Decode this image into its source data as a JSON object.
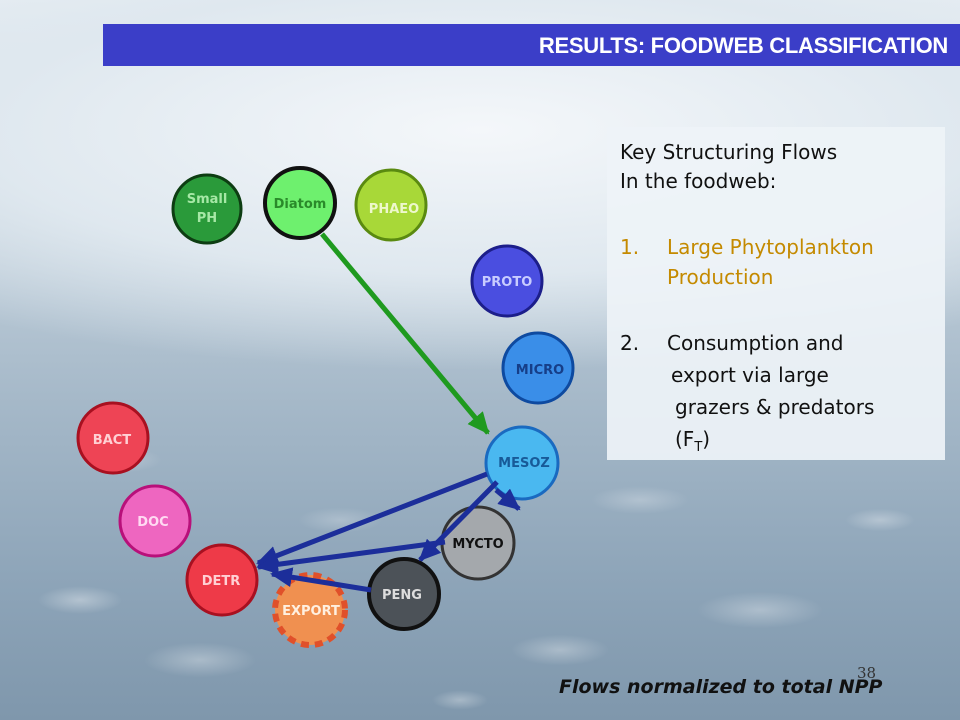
{
  "title": "RESULTS: FOODWEB CLASSIFICATION",
  "key_box": {
    "heading_line1": "Key Structuring Flows",
    "heading_line2": "In the foodweb:",
    "item1_num": "1.",
    "item1_line1": "Large Phytoplankton",
    "item1_line2": "Production",
    "item2_num": "2.",
    "item2_line1": "Consumption and",
    "item2_line2": "export via large",
    "item2_line3": "grazers & predators",
    "item2_line4_open": "(F",
    "item2_line4_sub": "T",
    "item2_line4_close": ")"
  },
  "nodes": {
    "small_ph": {
      "line1": "Small",
      "line2": "PH",
      "fill": "#2a9a3a",
      "text_color": "#a6e8a6"
    },
    "diatom": {
      "label": "Diatom",
      "fill": "#6ef06e",
      "text_color": "#2a8a2a"
    },
    "phaeo": {
      "label": "PHAEO",
      "fill": "#a8d838",
      "text_color": "#eef8cc"
    },
    "proto": {
      "label": "PROTO",
      "fill": "#4a4ee0",
      "text_color": "#c8ccff"
    },
    "micro": {
      "label": "MICRO",
      "fill": "#3a8ee8",
      "text_color": "#163e88"
    },
    "mesoz": {
      "label": "MESOZ",
      "fill": "#4ab8f0",
      "text_color": "#185a98"
    },
    "bact": {
      "label": "BACT",
      "fill": "#ee4455",
      "text_color": "#ffd0d4"
    },
    "doc": {
      "label": "DOC",
      "fill": "#ee66c0",
      "text_color": "#ffdaf2"
    },
    "detr": {
      "label": "DETR",
      "fill": "#ee3a48",
      "text_color": "#ffd0d4"
    },
    "mycto": {
      "label": "MYCTO",
      "fill": "#a4a8ac",
      "text_color": "#111111"
    },
    "peng": {
      "label": "PENG",
      "fill": "#4c5258",
      "text_color": "#dddddd"
    },
    "export": {
      "label": "EXPORT",
      "fill": "#f09050",
      "text_color": "#fff0e0"
    }
  },
  "colors": {
    "title_bar": "#3b3ec8",
    "arrow_green": "#1f9a1f",
    "arrow_blue": "#1c2e9a",
    "highlight_text": "#c48a00"
  },
  "footer": "Flows normalized to total NPP",
  "page_number": "38"
}
